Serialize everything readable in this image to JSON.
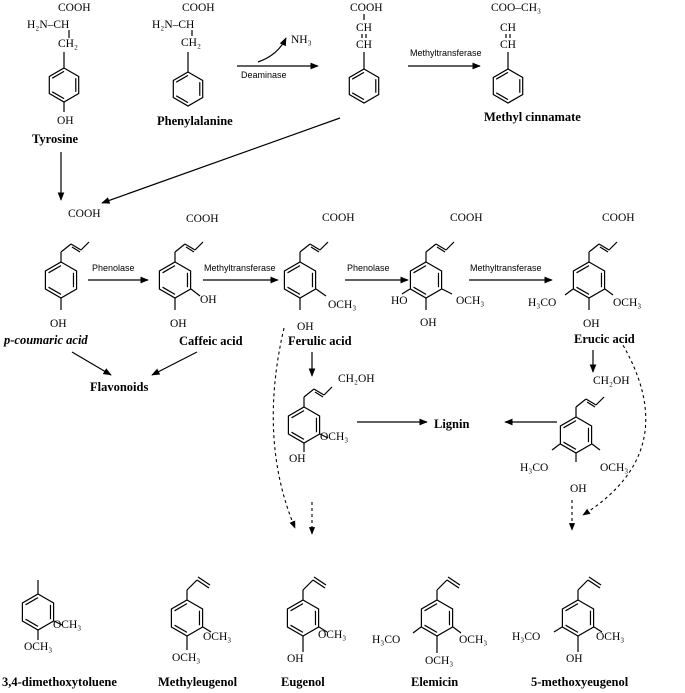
{
  "compounds": {
    "tyrosine": {
      "name": "Tyrosine",
      "g1": "COOH",
      "g2": "H₂N–CH",
      "g3": "CH₂",
      "g4": "OH"
    },
    "phenylalanine": {
      "name": "Phenylalanine",
      "g1": "COOH",
      "g2": "H₂N–CH",
      "g3": "CH₂"
    },
    "cinnamic": {
      "g1": "COOH",
      "g2": "CH",
      "g3": "CH"
    },
    "methyl_cinnamate": {
      "name": "Methyl cinnamate",
      "g1": "COO–CH₃",
      "g2": "CH",
      "g3": "CH"
    },
    "p_coumaric": {
      "name": "p-coumaric acid",
      "g1": "COOH",
      "g2": "OH"
    },
    "caffeic": {
      "name": "Caffeic acid",
      "g1": "COOH",
      "g2": "OH",
      "g3": "OH"
    },
    "ferulic": {
      "name": "Ferulic acid",
      "g1": "COOH",
      "g2": "OCH₃",
      "g3": "OH"
    },
    "hydroxyferulic": {
      "g1": "COOH",
      "g2": "HO",
      "g3": "OCH₃",
      "g4": "OH"
    },
    "erucic": {
      "name": "Erucic acid",
      "g1": "COOH",
      "g2": "H₃CO",
      "g3": "OCH₃",
      "g4": "OH"
    },
    "coniferyl": {
      "g1": "CH₂OH",
      "g2": "OCH₃",
      "g3": "OH"
    },
    "sinapyl": {
      "g1": "CH₂OH",
      "g2": "H₃CO",
      "g3": "OCH₃",
      "g4": "OH"
    },
    "dmt": {
      "name": "3,4-dimethoxytoluene",
      "g1": "OCH₃",
      "g2": "OCH₃"
    },
    "methyleugenol": {
      "name": "Methyleugenol",
      "g1": "OCH₃",
      "g2": "OCH₃"
    },
    "eugenol": {
      "name": "Eugenol",
      "g1": "OCH₃",
      "g2": "OH"
    },
    "elemicin": {
      "name": "Elemicin",
      "g1": "H₃CO",
      "g2": "OCH₃",
      "g3": "OCH₃"
    },
    "methoxyeugenol": {
      "name": "5-methoxyeugenol",
      "g1": "H₃CO",
      "g2": "OCH₃",
      "g3": "OH"
    }
  },
  "products": {
    "nh3": "NH₃",
    "flavonoids": "Flavonoids",
    "lignin": "Lignin"
  },
  "enzymes": {
    "deaminase": "Deaminase",
    "methyltransferase_1": "Methyltransferase",
    "phenolase_1": "Phenolase",
    "methyltransferase_2": "Methyltransferase",
    "phenolase_2": "Phenolase",
    "methyltransferase_3": "Methyltransferase"
  }
}
